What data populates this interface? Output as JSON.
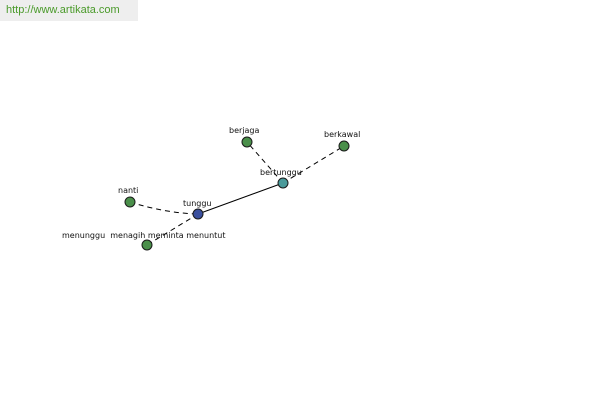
{
  "source": {
    "url_text": "http://www.artikata.com"
  },
  "colors": {
    "banner_bg": "#eeeeee",
    "link": "#4a9a2a",
    "center_node": "#3a4f9e",
    "hub_node": "#4a9a9a",
    "leaf_node": "#4a8f4a"
  },
  "graph": {
    "nodes": {
      "tunggu": {
        "label": "tunggu",
        "kind": "center"
      },
      "bertunggu": {
        "label": "bertunggu",
        "kind": "hub"
      },
      "berjaga": {
        "label": "berjaga",
        "kind": "leaf"
      },
      "berkawal": {
        "label": "berkawal",
        "kind": "leaf"
      },
      "nanti": {
        "label": "nanti",
        "kind": "leaf"
      },
      "menunggu_group": {
        "label": "menunggu  menagih meminta menuntut",
        "kind": "leaf"
      }
    },
    "edges": [
      {
        "from": "tunggu",
        "to": "bertunggu",
        "style": "solid"
      },
      {
        "from": "bertunggu",
        "to": "berjaga",
        "style": "dashed"
      },
      {
        "from": "bertunggu",
        "to": "berkawal",
        "style": "dashed"
      },
      {
        "from": "tunggu",
        "to": "nanti",
        "style": "dashed"
      },
      {
        "from": "tunggu",
        "to": "menunggu_group",
        "style": "dashed"
      }
    ]
  }
}
